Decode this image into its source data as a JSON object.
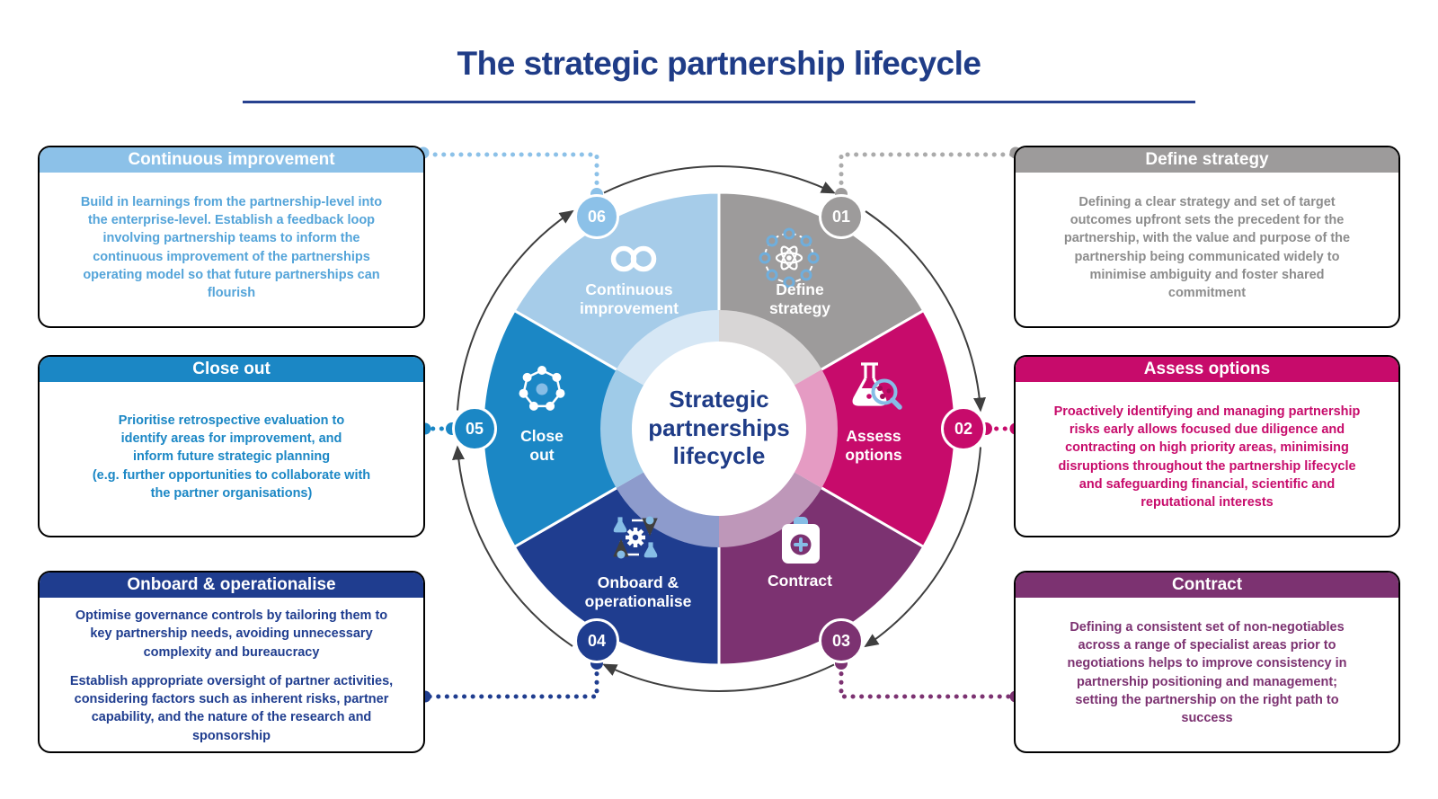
{
  "title": {
    "text": "The strategic partnership lifecycle"
  },
  "wheel": {
    "center_label": "Strategic\npartnerships\nlifecycle"
  },
  "colors": {
    "title": "#1F3C87",
    "step_01_gray": "#9D9B9B",
    "step_02_magenta": "#C70B6B",
    "step_03_purple": "#7C3271",
    "step_04_dark_blue": "#1F3D8F",
    "step_05_blue": "#1B87C5",
    "step_06_light_blue": "#8CC1E8",
    "icon_accent_light_blue": "#86BDE6",
    "arrow_gray": "#3F3F3F"
  },
  "steps": [
    {
      "number": "01",
      "name": "Define strategy",
      "wheel_label": "Define\nstrategy",
      "icon": "atom-network-icon",
      "color": "#9D9B9B",
      "box": {
        "header": "Define strategy",
        "body": "Defining a clear strategy and set of target\noutcomes upfront sets the precedent for   the\npartnership, with the value and purpose of the\npartnership being communicated widely to\nminimise ambiguity and foster shared\ncommitment"
      }
    },
    {
      "number": "02",
      "name": "Assess options",
      "wheel_label": "Assess\noptions",
      "icon": "flask-magnifier-icon",
      "color": "#C70B6B",
      "box": {
        "header": "Assess options",
        "body": "Proactively identifying and managing partnership\nrisks early allows focused due diligence and\ncontracting on high priority areas, minimising\ndisruptions throughout the partnership lifecycle\nand safeguarding financial, scientific and\nreputational interests"
      }
    },
    {
      "number": "03",
      "name": "Contract",
      "wheel_label": "Contract",
      "icon": "contract-kit-icon",
      "color": "#7C3271",
      "box": {
        "header": "Contract",
        "body": "Defining a consistent set of non-negotiables\nacross a range of specialist areas prior to\nnegotiations helps to improve consistency in\npartnership positioning and   management;\nsetting the partnership on the right path to\nsuccess"
      }
    },
    {
      "number": "04",
      "name": "Onboard & operationalise",
      "wheel_label": "Onboard &\noperationalise",
      "icon": "process-cycle-icon",
      "color": "#1F3D8F",
      "box": {
        "header": "Onboard & operationalise",
        "body": "Optimise governance controls by tailoring them to\nkey partnership needs, avoiding unnecessary\ncomplexity and bureaucracy",
        "body2": "Establish appropriate oversight of partner activities,\nconsidering factors such as inherent risks, partner\ncapability, and the nature of the research and\nsponsorship"
      }
    },
    {
      "number": "05",
      "name": "Close out",
      "wheel_label": "Close\nout",
      "icon": "molecule-ring-icon",
      "color": "#1B87C5",
      "box": {
        "header": "Close out",
        "body": "Prioritise retrospective evaluation to\nidentify areas for improvement, and\ninform future strategic planning\n(e.g. further opportunities to collaborate with\nthe partner organisations)"
      }
    },
    {
      "number": "06",
      "name": "Continuous improvement",
      "wheel_label": "Continuous\nimprovement",
      "icon": "infinity-icon",
      "color": "#8CC1E8",
      "box": {
        "header": "Continuous improvement",
        "body": "Build in learnings from the partnership-level into\nthe enterprise-level. Establish a feedback loop\ninvolving partnership teams to inform the\ncontinuous improvement of the partnerships\noperating model so that future partnerships can\nflourish"
      }
    }
  ]
}
